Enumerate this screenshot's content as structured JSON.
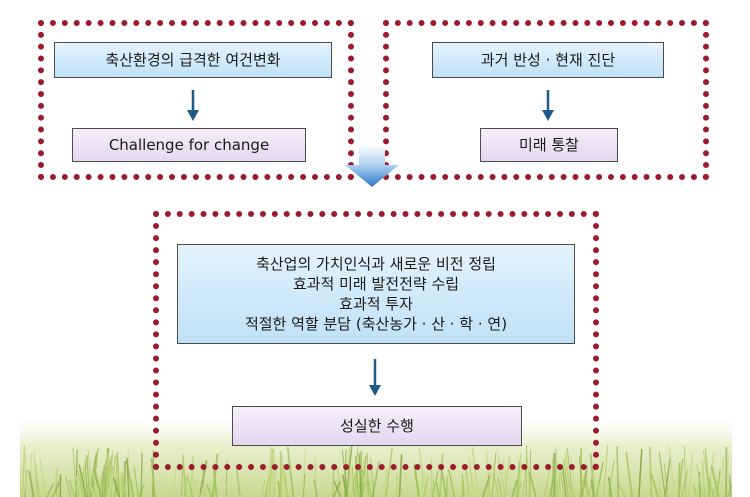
{
  "top_left": {
    "heading": "축산환경의 급격한 여건변화",
    "result": "Challenge for change"
  },
  "top_right": {
    "heading": "과거 반성 · 현재 진단",
    "result": "미래 통찰"
  },
  "bottom": {
    "lines": [
      "축산업의 가치인식과 새로운 비전 정립",
      "효과적 미래 발전전략 수립",
      "효과적 투자",
      "적절한 역할 분담 (축산농가 · 산 · 학 · 연)"
    ],
    "result": "성실한 수행"
  },
  "colors": {
    "frame": "#9b1c2e",
    "blue_box": "#cfe9f8",
    "lavender_box": "#e8e0f3",
    "arrow": "#1f5a86"
  }
}
